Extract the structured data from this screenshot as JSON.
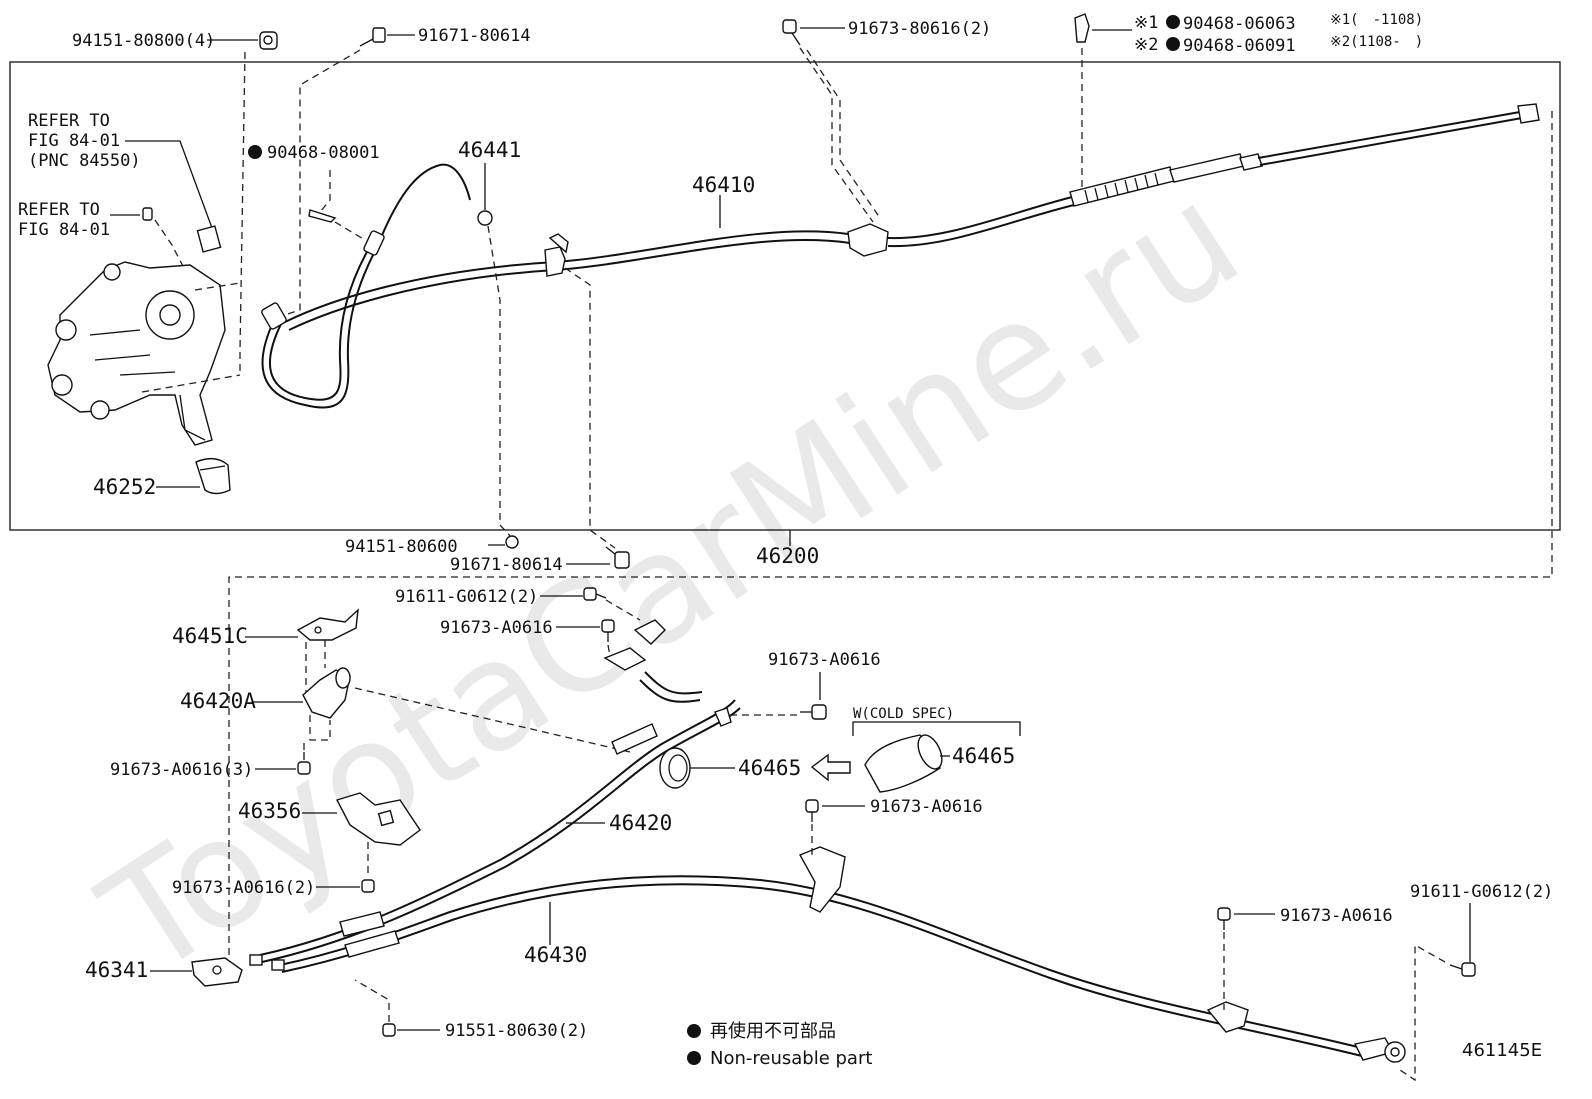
{
  "watermark": "ToyotaCarMine.ru",
  "figure_id": "461145E",
  "legend": {
    "nonreusable_jp": "再使用不可部品",
    "nonreusable_en": "Non-reusable part"
  },
  "notes": {
    "note1_mark": "※1",
    "note1_part": "90468-06063",
    "note1_range": "※1(　-1108)",
    "note2_mark": "※2",
    "note2_part": "90468-06091",
    "note2_range": "※2(1108-　)"
  },
  "refs": {
    "refer_a_line1": "REFER TO",
    "refer_a_line2": "FIG 84-01",
    "refer_a_line3": "(PNC 84550)",
    "refer_b_line1": "REFER TO",
    "refer_b_line2": "FIG 84-01"
  },
  "cold_spec": "W(COLD SPEC)",
  "labels": {
    "p94151_80800": "94151-80800(4)",
    "p91671_80614_top": "91671-80614",
    "p91673_80616": "91673-80616(2)",
    "p90468_08001": "90468-08001",
    "p46441": "46441",
    "p46410": "46410",
    "p46252": "46252",
    "p94151_80600": "94151-80600",
    "p91671_80614_bot": "91671-80614",
    "p46200": "46200",
    "p91611_g0612_a": "91611-G0612(2)",
    "p91673_a0616_a": "91673-A0616",
    "p46451c": "46451C",
    "p46420a": "46420A",
    "p91673_a0616_3": "91673-A0616(3)",
    "p91673_a0616_b": "91673-A0616",
    "p46465_a": "46465",
    "p46465_b": "46465",
    "p91673_a0616_c": "91673-A0616",
    "p46356": "46356",
    "p46420": "46420",
    "p91673_a0616_2": "91673-A0616(2)",
    "p46341": "46341",
    "p46430": "46430",
    "p91673_a0616_d": "91673-A0616",
    "p91611_g0612_b": "91611-G0612(2)",
    "p91551_80630": "91551-80630(2)"
  }
}
